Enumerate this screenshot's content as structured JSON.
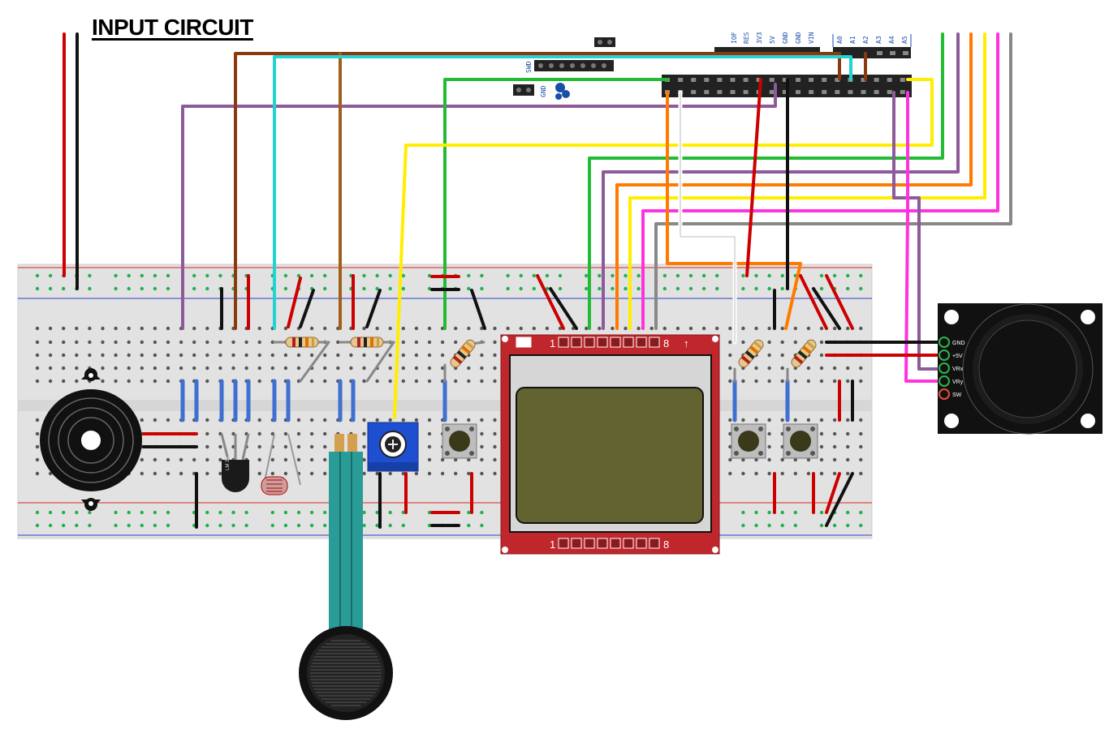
{
  "title": "INPUT CIRCUIT",
  "header_labels": {
    "swd": "SWD",
    "gnd_small": "GND",
    "ioref": "IOF",
    "reset": "RES",
    "v33": "3V3",
    "v5": "5V",
    "gnd1": "GND",
    "gnd2": "GND",
    "vin": "VIN",
    "a0": "A0",
    "a1": "A1",
    "a2": "A2",
    "a3": "A3",
    "a4": "A4",
    "a5": "A5"
  },
  "lcd": {
    "pin_start_top": "1",
    "pin_end_top": "8",
    "arrow_top": "↑",
    "pin_start_bottom": "1",
    "pin_end_bottom": "8"
  },
  "joystick": {
    "pins": [
      "GND",
      "+5V",
      "VRx",
      "VRy",
      "SW"
    ]
  },
  "lm35": "LM 35",
  "colors": {
    "board": "#e2e2e2",
    "rail_red": "#d9251c",
    "rail_blue": "#2a40c8",
    "hole_green": "#1fb24a",
    "wire_red": "#cc0000",
    "wire_black": "#111111",
    "wire_brown": "#8b3a0e",
    "wire_cyan": "#22d3d3",
    "wire_purple": "#8e5a9a",
    "wire_green": "#22bb33",
    "wire_yellow": "#ffee00",
    "wire_orange": "#ff7a00",
    "wire_magenta": "#ff33dd",
    "wire_gray": "#888888",
    "lcd_pcb": "#c0272d",
    "lcd_screen": "#636331",
    "pot_blue": "#1e4fd0",
    "fsr_teal": "#2a9c98"
  }
}
